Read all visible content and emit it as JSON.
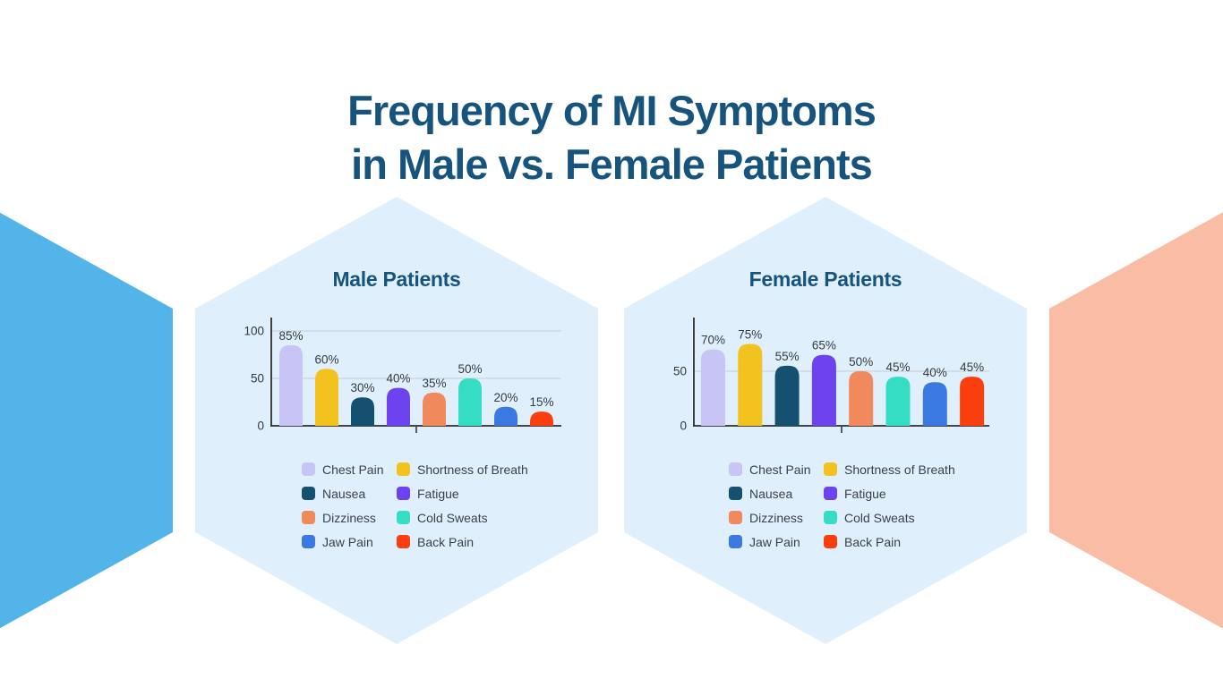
{
  "page": {
    "title_line1": "Frequency of MI Symptoms",
    "title_line2": "in Male vs. Female Patients"
  },
  "theme": {
    "title_color": "#17547d",
    "hexagon_light": "#dfeffb",
    "hexagon_left_blue": "#52b4e8",
    "hexagon_right_salmon": "#f8bda4",
    "gridline_color": "#c8cdd2",
    "axis_color": "#2d2d2d",
    "legend_text_color": "#3b4049"
  },
  "chart_data": [
    {
      "type": "bar",
      "id": "male",
      "title": "Male Patients",
      "categories": [
        "Chest Pain",
        "Shortness of Breath",
        "Nausea",
        "Fatigue",
        "Dizziness",
        "Cold Sweats",
        "Jaw Pain",
        "Back Pain"
      ],
      "values": [
        85,
        60,
        30,
        40,
        35,
        50,
        20,
        15
      ],
      "value_labels": [
        "85%",
        "60%",
        "30%",
        "40%",
        "35%",
        "50%",
        "20%",
        "15%"
      ],
      "colors": [
        "#c9c4f6",
        "#f2c21e",
        "#14506f",
        "#6d43f0",
        "#f0895c",
        "#35ddc4",
        "#3a7ae0",
        "#fa3e0e"
      ],
      "yticks": [
        0,
        50,
        100
      ],
      "ylim": [
        0,
        114
      ],
      "grid": true,
      "legend_position": "bottom"
    },
    {
      "type": "bar",
      "id": "female",
      "title": "Female Patients",
      "categories": [
        "Chest Pain",
        "Shortness of Breath",
        "Nausea",
        "Fatigue",
        "Dizziness",
        "Cold Sweats",
        "Jaw Pain",
        "Back Pain"
      ],
      "values": [
        70,
        75,
        55,
        65,
        50,
        45,
        40,
        45
      ],
      "value_labels": [
        "70%",
        "75%",
        "55%",
        "65%",
        "50%",
        "45%",
        "40%",
        "45%"
      ],
      "colors": [
        "#c9c4f6",
        "#f2c21e",
        "#14506f",
        "#6d43f0",
        "#f0895c",
        "#35ddc4",
        "#3a7ae0",
        "#fa3e0e"
      ],
      "yticks": [
        0,
        50
      ],
      "ylim": [
        0,
        99
      ],
      "grid": true,
      "legend_position": "bottom"
    }
  ]
}
